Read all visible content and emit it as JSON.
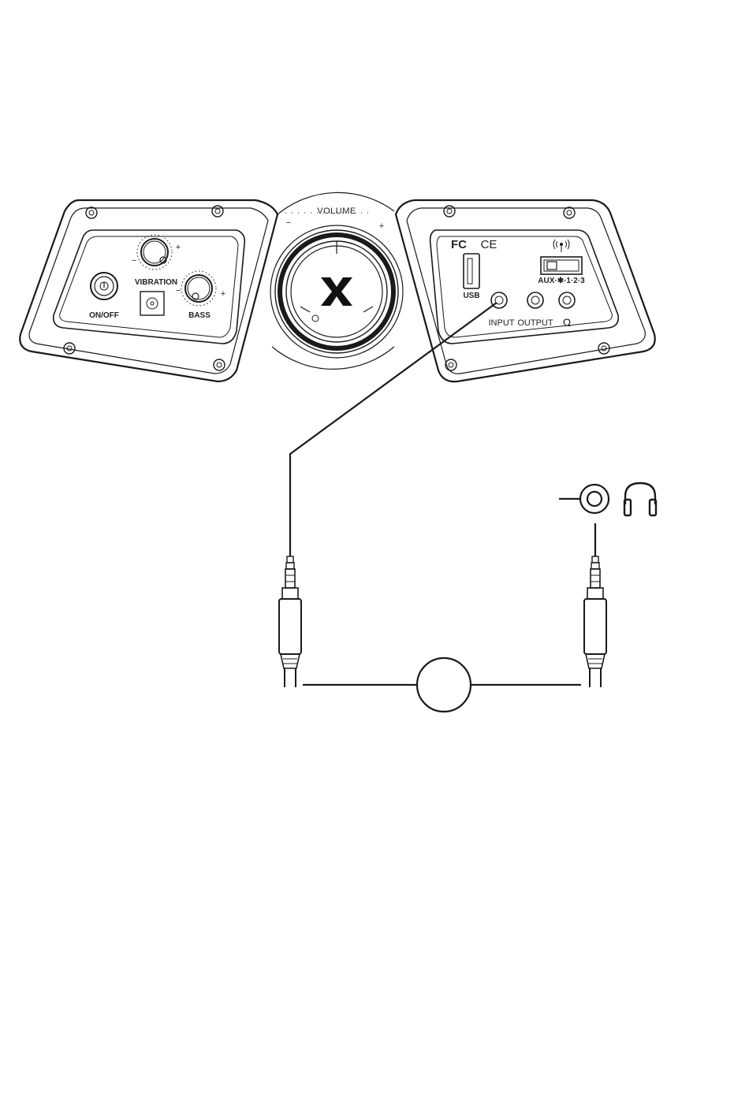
{
  "panel": {
    "volume_label": "VOLUME",
    "vibration_label": "VIBRATION",
    "bass_label": "BASS",
    "onoff_label": "ON/OFF",
    "usb_label": "USB",
    "mode_label": "AUX·✱·1·2·3",
    "input_label": "INPUT",
    "output_label": "OUTPUT",
    "headphone_port_label": "Ω",
    "cert_fc": "FC",
    "cert_ce": "CE",
    "brand_logo": "X",
    "plus": "+",
    "minus": "−"
  },
  "icons": {
    "headphone": "headphone-icon",
    "jack": "audio-jack-icon",
    "wireless": "wireless-icon",
    "power": "power-icon"
  },
  "colors": {
    "line": "#1a1a1a",
    "background": "#ffffff"
  }
}
